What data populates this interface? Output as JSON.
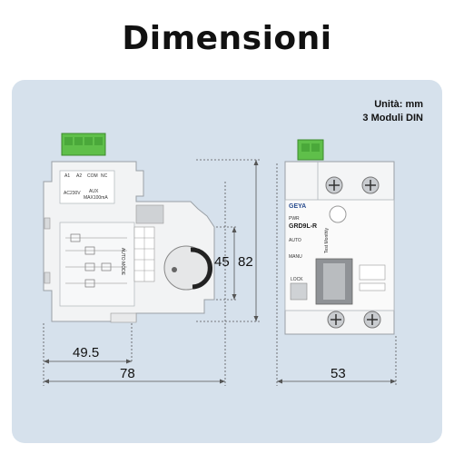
{
  "title": "Dimensioni",
  "units": {
    "line1": "Unità: mm",
    "line2": "3 Moduli DIN"
  },
  "dimensions": {
    "width_small": "49.5",
    "width_total": "78",
    "height_window": "45",
    "height_total": "82",
    "depth_side": "53"
  },
  "device_front": {
    "brand": "GEYA",
    "model": "GRD9L-R",
    "pwr": "PWR",
    "auto": "AUTO",
    "manu": "MANU",
    "lock": "LOCK",
    "test": "Test Monthly"
  },
  "device_side": {
    "terminals": [
      "A1",
      "A2",
      "COM",
      "NC"
    ],
    "power": "AC230V",
    "aux": "AUX",
    "aux_rating": "MAX100mA",
    "mode": "AUTO MODE"
  },
  "colors": {
    "panel": "#d6e1ec",
    "connector": "#5fbf4a",
    "device_body": "#f2f3f4",
    "outline": "#9aa0a6"
  }
}
